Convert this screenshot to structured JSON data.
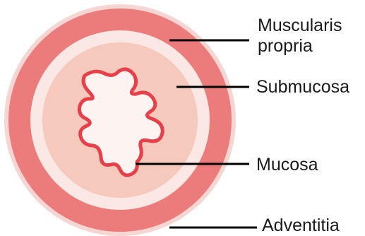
{
  "labels": {
    "muscularis_line1": "Muscularis",
    "muscularis_line2": "propria",
    "submucosa": "Submucosa",
    "mucosa": "Mucosa",
    "adventitia": "Adventitia"
  },
  "colors": {
    "adventitia": "#f6d6d2",
    "muscularis_propria": "#ec7c7c",
    "submucosa_band": "#fbe7e3",
    "mucosa_region": "#f6c9bd",
    "mucosa_lining": "#e8404a",
    "lumen": "#fdf4f2",
    "leader_line": "#000000"
  }
}
